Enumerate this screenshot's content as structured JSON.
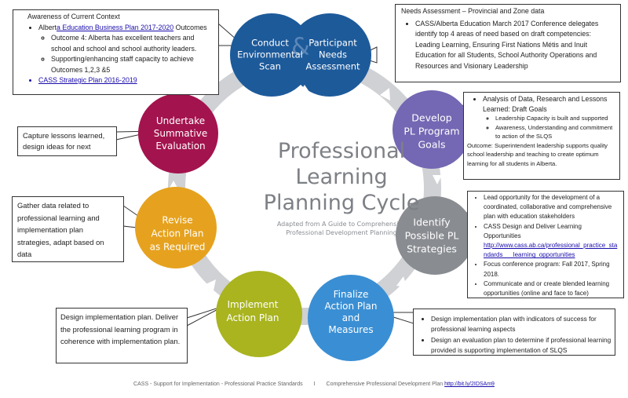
{
  "title": {
    "lines": [
      "Professional",
      "Learning",
      "Planning Cycle"
    ],
    "subtitle_lines": [
      "Adapted from A Guide to Comprehensive",
      "Professional Development Planning"
    ]
  },
  "colors": {
    "conduct": "#1d5a9a",
    "participant": "#1d5a9a",
    "develop": "#7467b3",
    "identify": "#898c91",
    "finalize": "#3a8fd4",
    "implement": "#a9b41f",
    "revise": "#e6a21e",
    "undertake": "#a3134e",
    "ring": "#cfd1d4",
    "arrow": "#ffffff",
    "title": "#7d8085"
  },
  "stages": [
    {
      "id": "conduct",
      "lines": [
        "Conduct",
        "Environmental",
        "Scan"
      ]
    },
    {
      "id": "participant",
      "lines": [
        "Participant",
        "Needs",
        "Assessment"
      ]
    },
    {
      "id": "develop",
      "lines": [
        "Develop",
        "PL Program",
        "Goals"
      ]
    },
    {
      "id": "identify",
      "lines": [
        "Identify",
        "Possible PL",
        "Strategies"
      ]
    },
    {
      "id": "finalize",
      "lines": [
        "Finalize",
        "Action Plan",
        "and",
        "Measures"
      ]
    },
    {
      "id": "implement",
      "lines": [
        "Implement",
        "Action Plan"
      ]
    },
    {
      "id": "revise",
      "lines": [
        "Revise",
        "Action Plan",
        "as Required"
      ]
    },
    {
      "id": "undertake",
      "lines": [
        "Undertake",
        "Summative",
        "Evaluation"
      ]
    }
  ],
  "ampersand": "&",
  "callouts": {
    "context": {
      "heading": "Awareness of Current Context",
      "item1_prefix": "Albert",
      "item1_link": "a Education Business Plan 2017-2020",
      "item1_suffix": " Outcomes",
      "sub1": "Outcome 4: Alberta has excellent teachers and school and school and school authority leaders.",
      "sub2": "Supporting/enhancing staff capacity to achieve Outcomes 1,2,3 &5",
      "item2_link": "CASS Strategic Plan 2016-2019"
    },
    "needs": {
      "heading": "Needs Assessment – Provincial and Zone data",
      "item1": "CASS/Alberta Education March 2017 Conference delegates identify top 4 areas of need based on draft competencies: Leading Learning, Ensuring First Nations Métis and Inuit Education for all Students, School Authority Operations and Resources and Visionary Leadership"
    },
    "goals": {
      "item1": "Analysis of Data, Research and Lessons Learned: Draft Goals",
      "sub1": "Leadership Capacity is built and supported",
      "sub2": "Awareness, Understanding and commitment to action of the SLQS",
      "outcome": "Outcome: Superintendent leadership supports quality school leadership and teaching to create optimum learning for all students in Alberta."
    },
    "strategies": {
      "item1": "Lead opportunity for the development of a coordinated, collaborative and comprehensive plan with education stakeholders",
      "item2": "CASS Design and Deliver Learning Opportunities",
      "item2_link": "http://www.cass.ab.ca/professional_practice_standards___learning_opportunities",
      "item3": "Focus conference program: Fall 2017, Spring 2018.",
      "item4": "Communicate and or create blended learning opportunities (online and face to face)"
    },
    "measures": {
      "item1": "Design implementation plan with indicators of success for professional learning aspects",
      "item2": "Design an evaluation plan to determine if professional learning provided is supporting implementation of SLQS"
    },
    "lessons": {
      "text": "Capture lessons learned, design ideas for next"
    },
    "gather": {
      "text": "Gather data related to professional learning and implementation plan strategies, adapt based on data"
    },
    "implement": {
      "text": "Design implementation plan. Deliver the professional learning program in coherence with implementation plan."
    }
  },
  "footer": {
    "left": "CASS - Support for Implementation - Professional Practice Standards",
    "separator": "I",
    "right_text": "Comprehensive Professional Development Plan ",
    "right_link": "http://bit.ly/2IDSAm9"
  }
}
